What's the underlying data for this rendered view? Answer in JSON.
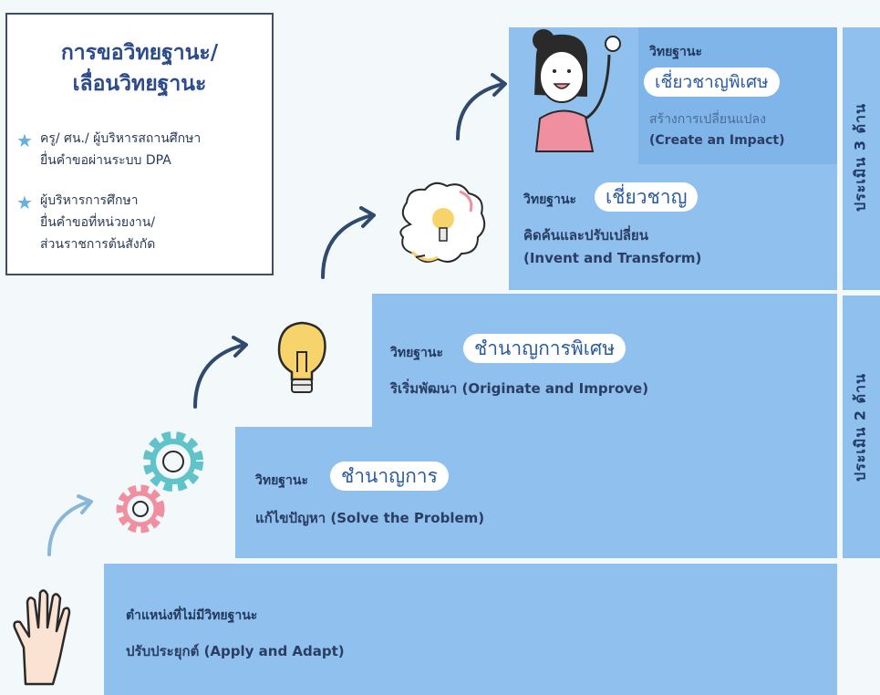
{
  "legend": {
    "title_line1": "การขอวิทยฐานะ/",
    "title_line2": "เลื่อนวิทยฐานะ",
    "items": [
      {
        "line1": "ครู/ ศน./ ผู้บริหารสถานศึกษา",
        "line2": "ยื่นคำขอผ่านระบบ DPA",
        "icon": "star-icon"
      },
      {
        "line1": "ผู้บริหารการศึกษา",
        "line2": "ยื่นคำขอที่หน่วยงาน/",
        "line3": "ส่วนราชการต้นสังกัด",
        "icon": "star-icon"
      }
    ]
  },
  "steps": [
    {
      "id": "none",
      "line1": "ตำแหน่งที่ไม่มีวิทยฐานะ",
      "line2": "ปรับประยุกต์ (Apply and Adapt)"
    },
    {
      "id": "expert",
      "prefix": "วิทยฐานะ",
      "rank": "ชำนาญการ",
      "desc": "แก้ไขปัญหา (Solve the Problem)"
    },
    {
      "id": "senior-expert",
      "prefix": "วิทยฐานะ",
      "rank": "ชำนาญการพิเศษ",
      "desc": "ริเริ่มพัฒนา (Originate and Improve)"
    },
    {
      "id": "specialist",
      "prefix": "วิทยฐานะ",
      "rank": "เชี่ยวชาญ",
      "desc_line1": "คิดค้นและปรับเปลี่ยน",
      "desc_line2": "(Invent and Transform)"
    },
    {
      "id": "senior-specialist",
      "prefix": "วิทยฐานะ",
      "rank": "เชี่ยวชาญพิเศษ",
      "desc_line1": "สร้างการเปลี่ยนแปลง",
      "desc_line2": "(Create an Impact)"
    }
  ],
  "side_labels": {
    "top": "ประเมิน 3 ด้าน",
    "middle": "ประเมิน 2 ด้าน"
  },
  "colors": {
    "step_blue": "#8fc0ee",
    "star_blue": "#66aee6",
    "arrow_dark": "#2f4a6d",
    "arrow_light": "#8ab6d8",
    "gear_teal": "#5fc3c9",
    "gear_pink": "#ef8fa0",
    "bulb_yellow": "#f6d36b"
  },
  "icons": [
    "hand-icon",
    "gears-icon",
    "lightbulb-icon",
    "thinking-bulb-icon",
    "celebrating-person-icon",
    "arrow-icon"
  ]
}
